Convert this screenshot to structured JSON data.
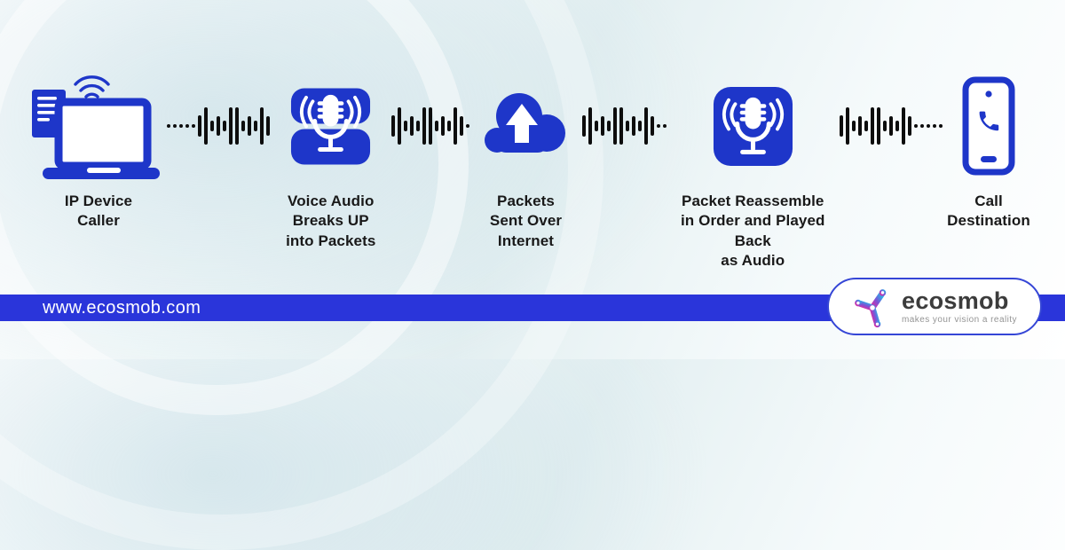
{
  "flow": {
    "steps": [
      {
        "icon": "laptop-caller-icon",
        "label": "IP Device\nCaller"
      },
      {
        "icon": "mic-breakup-icon",
        "label": "Voice Audio\nBreaks UP\ninto Packets"
      },
      {
        "icon": "cloud-upload-icon",
        "label": "Packets\nSent Over\nInternet"
      },
      {
        "icon": "mic-reassemble-icon",
        "label": "Packet Reassemble\nin Order and Played Back\nas Audio"
      },
      {
        "icon": "smartphone-call-icon",
        "label": "Call\nDestination"
      }
    ]
  },
  "footer": {
    "website_url": "www.ecosmob.com"
  },
  "logo": {
    "brand": "ecosmob",
    "tagline": "makes your vision a reality"
  },
  "colors": {
    "icon_blue": "#1e36c9",
    "footer_blue": "#2a35da",
    "waveform_black": "#0d0d0d",
    "label_text": "#191919",
    "logo_pink": "#e6299d",
    "logo_purple": "#7c52d6",
    "logo_cyan": "#28b2e8",
    "brand_text": "#3c3c3c",
    "tagline_text": "#949494"
  }
}
